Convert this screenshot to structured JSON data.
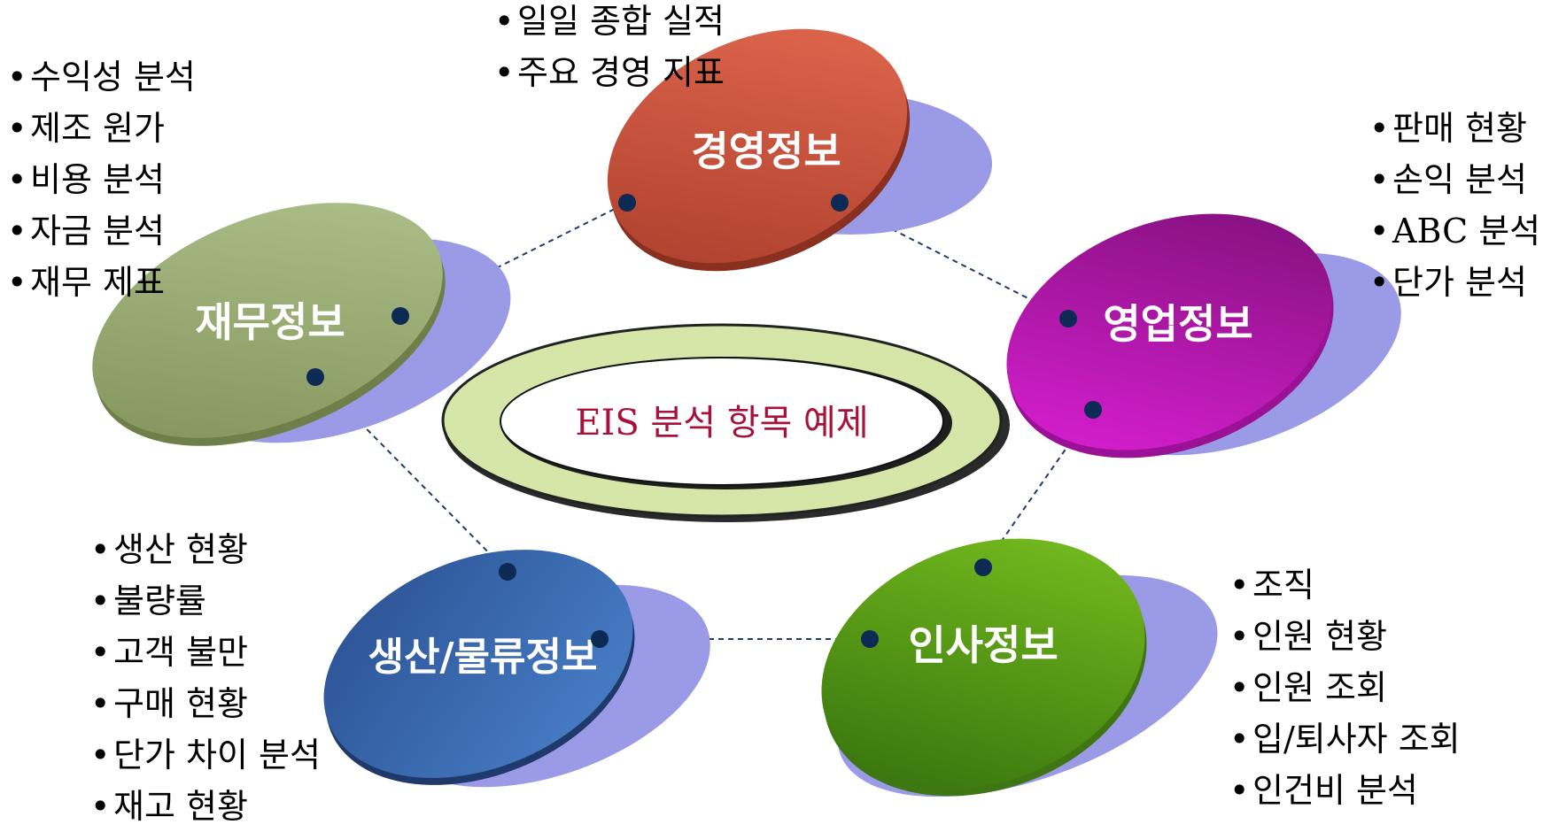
{
  "center": {
    "title": "EIS 분석 항목 예제"
  },
  "nodes": [
    {
      "id": "management",
      "label": "경영정보",
      "color": "#d2553f",
      "items": [
        "일일 종합 실적",
        "주요 경영 지표"
      ]
    },
    {
      "id": "finance",
      "label": "재무정보",
      "color": "#9fb07a",
      "items": [
        "수익성 분석",
        "제조 원가",
        "비용 분석",
        "자금 분석",
        "재무 제표"
      ]
    },
    {
      "id": "sales",
      "label": "영업정보",
      "color": "#cf16c9",
      "items": [
        "판매 현황",
        "손익 분석",
        "ABC 분석",
        "단가 분석"
      ]
    },
    {
      "id": "production",
      "label": "생산/물류정보",
      "color": "#3d68b0",
      "items": [
        "생산 현황",
        "불량률",
        "고객 불만",
        "구매 현황",
        "단가 차이 분석",
        "재고 현황"
      ]
    },
    {
      "id": "hr",
      "label": "인사정보",
      "color": "#5a9a1c",
      "items": [
        "조직",
        "인원 현황",
        "인원 조회",
        "입/퇴사자 조회",
        "인건비 분석"
      ]
    }
  ],
  "colors": {
    "shadow": "#9a9ae6",
    "connector": "#1f3a6b",
    "dot": "#0d2a55",
    "ring": "#d6e6a8"
  }
}
